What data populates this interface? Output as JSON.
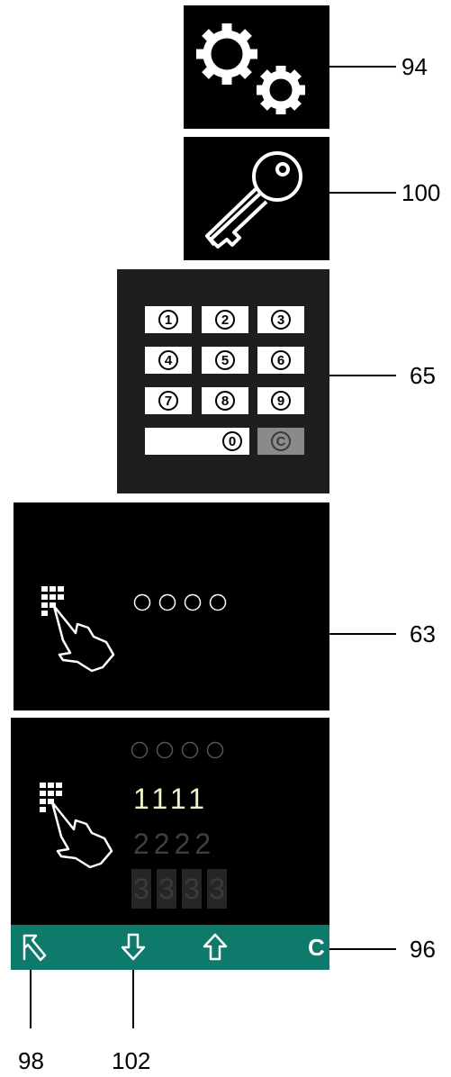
{
  "references": {
    "settings": "94",
    "key": "100",
    "keypad": "65",
    "pin_screen": "63",
    "bar": "96",
    "back": "98",
    "down": "102"
  },
  "keypad": {
    "keys": [
      "1",
      "2",
      "3",
      "4",
      "5",
      "6",
      "7",
      "8",
      "9",
      "0"
    ],
    "clear": "C"
  },
  "entry_screen": {
    "row1": "1111",
    "row2": "2222",
    "row3": [
      "3",
      "3",
      "3",
      "3"
    ]
  },
  "bar": {
    "clear_label": "C"
  },
  "colors": {
    "panel": "#000000",
    "bar": "#0d7a6c",
    "row1_text": "#f2f2c8",
    "row2_text": "#3f3f3f",
    "clear_key": "#8a8a8a"
  },
  "icons": [
    "gears-icon",
    "key-icon",
    "keypad-hand-icon",
    "back-arrow-icon",
    "down-arrow-icon",
    "up-arrow-icon"
  ]
}
